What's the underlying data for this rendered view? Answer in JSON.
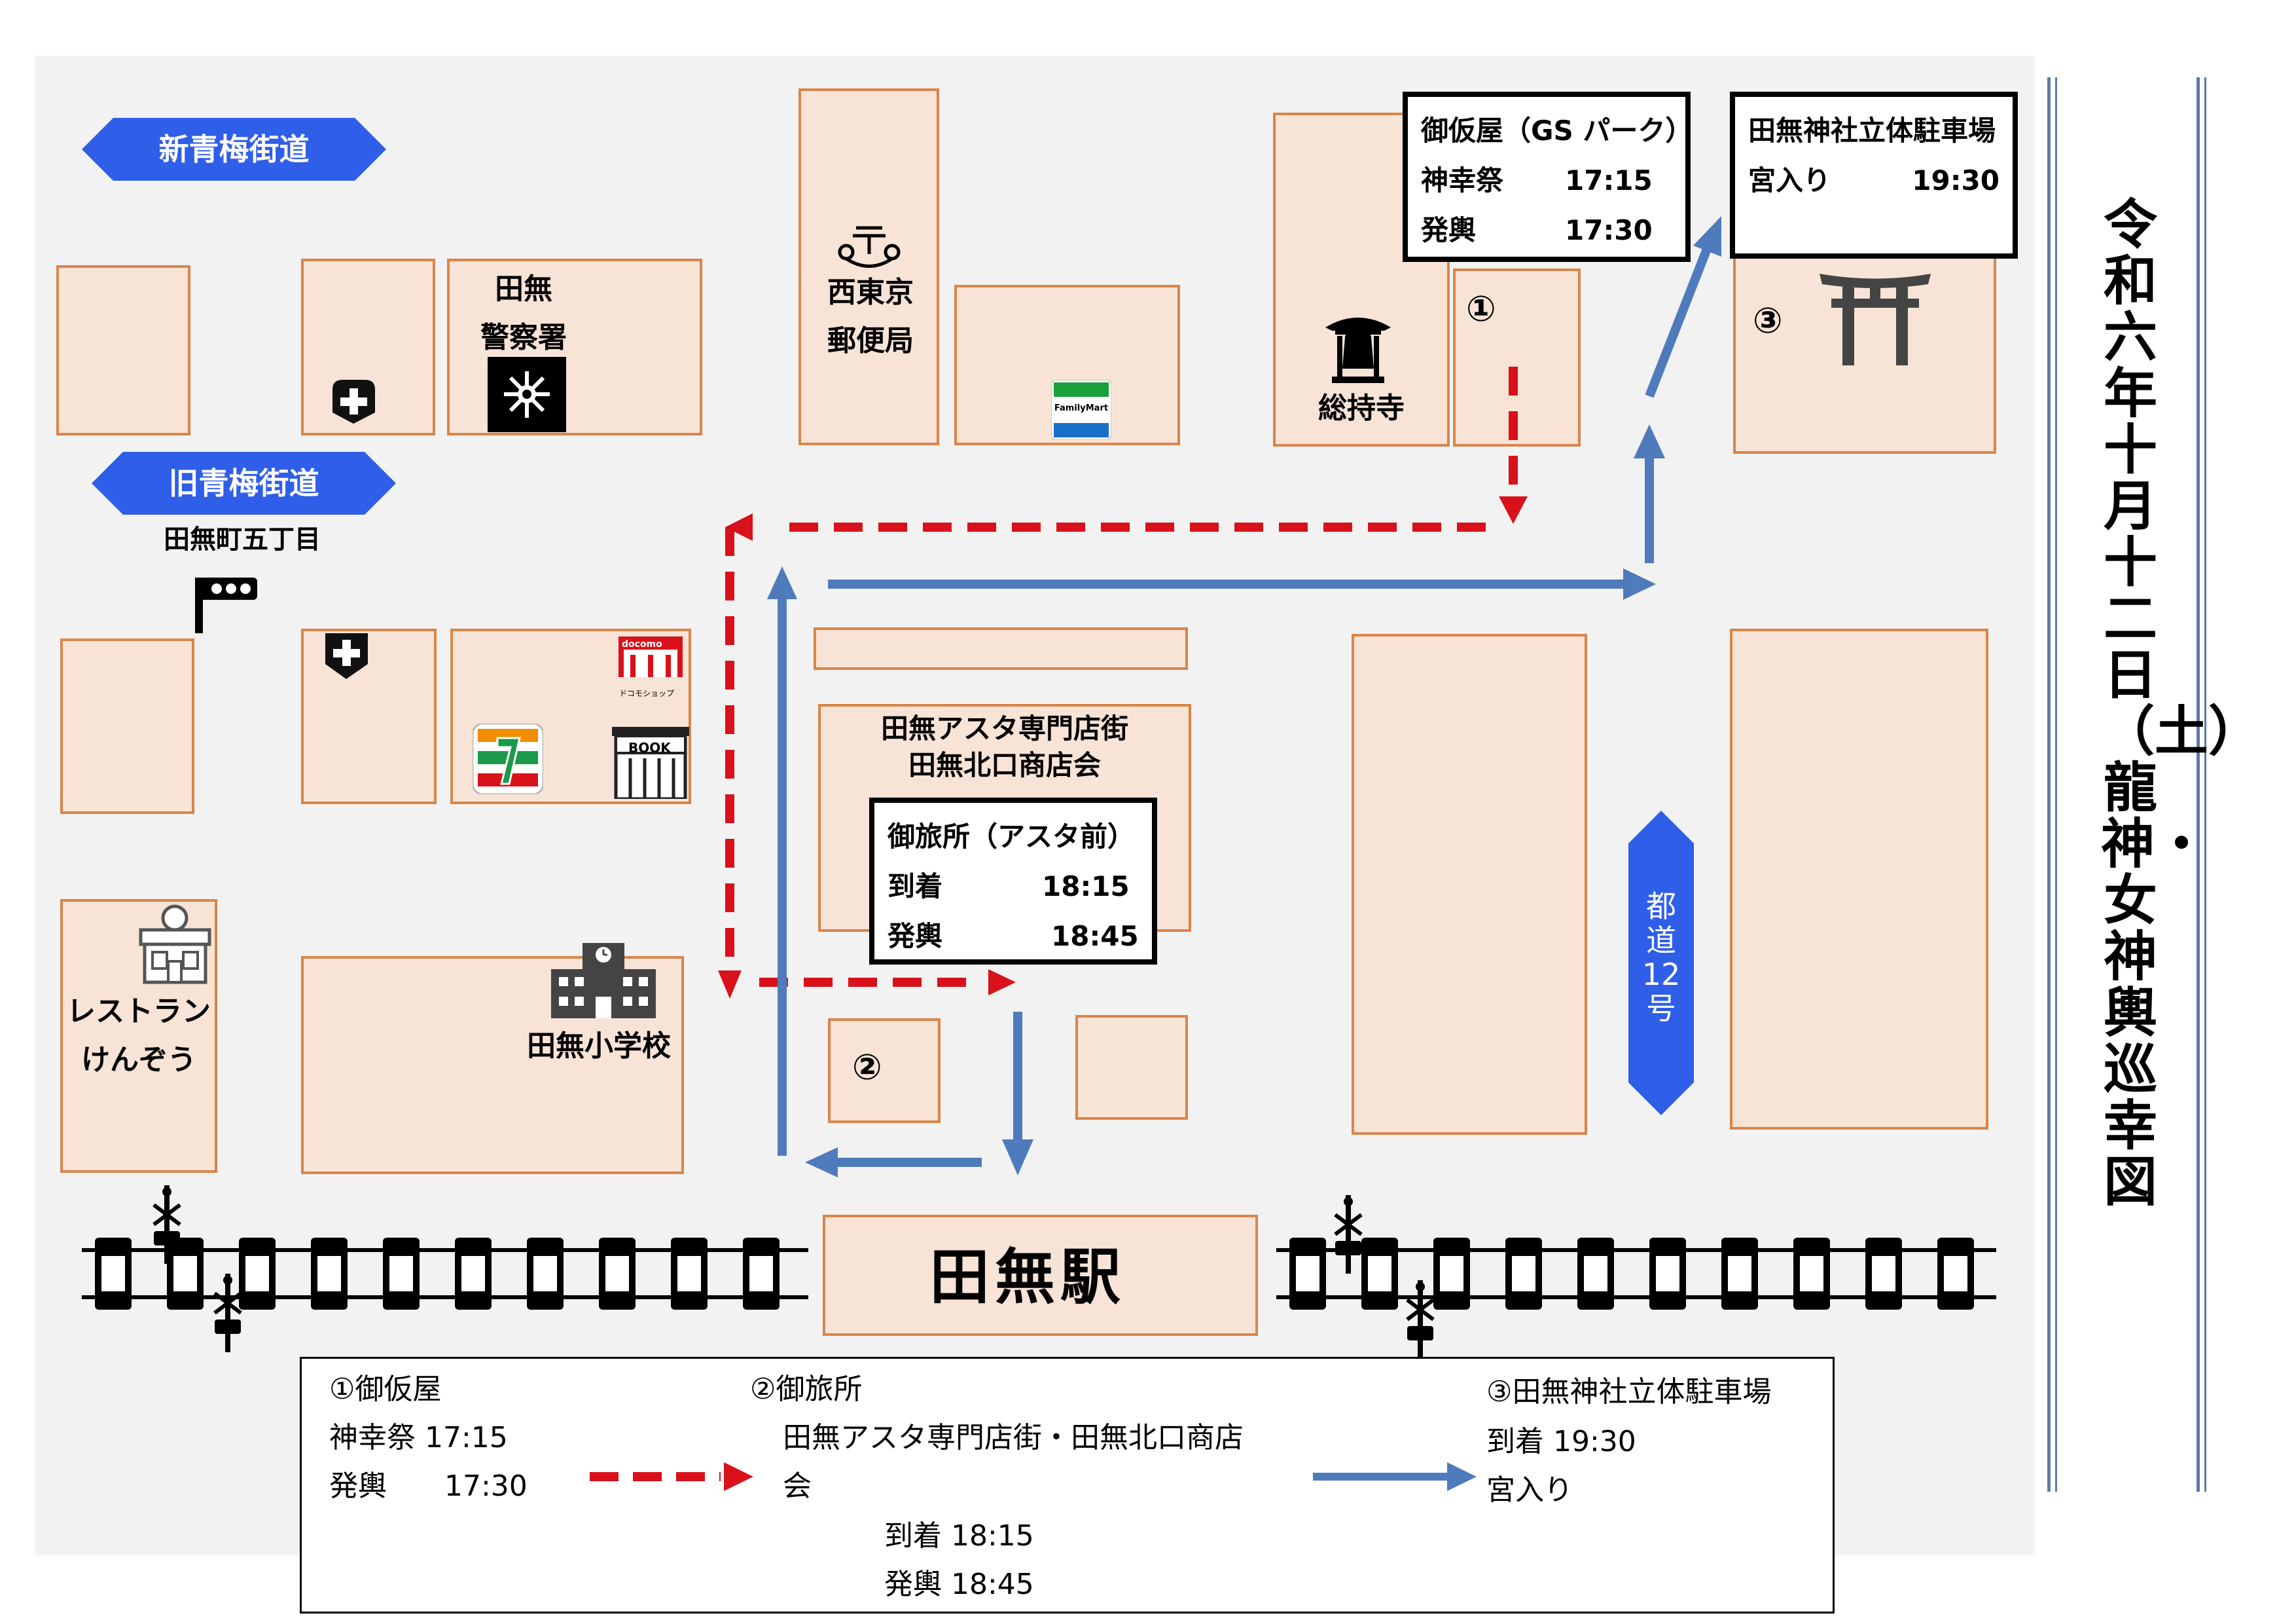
{
  "title": "令和六年十月十二日（土）龍神・女神輿巡幸図",
  "roads": {
    "shin_ome": "新青梅街道",
    "kyu_ome": "旧青梅街道",
    "tomin": "都道12号"
  },
  "places": {
    "police": "田無\n警察署",
    "post": "西東京\n郵便局",
    "temple": "総持寺",
    "station": "田無駅",
    "school": "田無小学校",
    "restaurant": "レストラン\nけんぞう",
    "crossing": "田無町五丁目",
    "asta": "田無アスタ専門店街\n田無北口商店会",
    "book": "BOOK",
    "docomo_shop": "ドコモショップ",
    "docomo": "docomo",
    "familymart": "FamilyMart"
  },
  "markers": {
    "m1": "①",
    "m2": "②",
    "m3": "③"
  },
  "boxes": {
    "kariya": {
      "title": "御仮屋（GS パーク）",
      "r1_label": "神幸祭",
      "r1_time": "17:15",
      "r2_label": "発輿",
      "r2_time": "17:30"
    },
    "otabisho": {
      "title": "御旅所（アスタ前）",
      "r1_label": "到着",
      "r1_time": "18:15",
      "r2_label": "発輿",
      "r2_time": "18:45"
    },
    "shrine": {
      "title": "田無神社立体駐車場",
      "r1_label": "宮入り",
      "r1_time": "19:30"
    }
  },
  "legend": {
    "c1_title": "①御仮屋",
    "c1_l1": "神幸祭 17:15",
    "c1_l2": "発輿　　17:30",
    "c2_title": "②御旅所",
    "c2_l1": "田無アスタ専門店街・田無北口商店",
    "c2_l2": "会",
    "c2_l3": "到着  18:15",
    "c2_l4": "発輿  18:45",
    "c3_title": "③田無神社立体駐車場",
    "c3_l1": "到着  19:30",
    "c3_l2": "宮入り"
  },
  "colors": {
    "block_fill": "#f8e4d6",
    "block_border": "#d9854a",
    "road_sign": "#2f5ee8",
    "route_red": "#d9111a",
    "route_blue": "#4f7bbd",
    "title_rule": "#5d79a8"
  },
  "icons": [
    "hospital-icon",
    "police-emblem-icon",
    "post-office-icon",
    "familymart-icon",
    "temple-bell-icon",
    "torii-icon",
    "traffic-signal-icon",
    "docomo-icon",
    "seven-eleven-icon",
    "bookstore-icon",
    "restaurant-icon",
    "school-icon",
    "railroad-track-icon",
    "railroad-crossing-icon"
  ]
}
